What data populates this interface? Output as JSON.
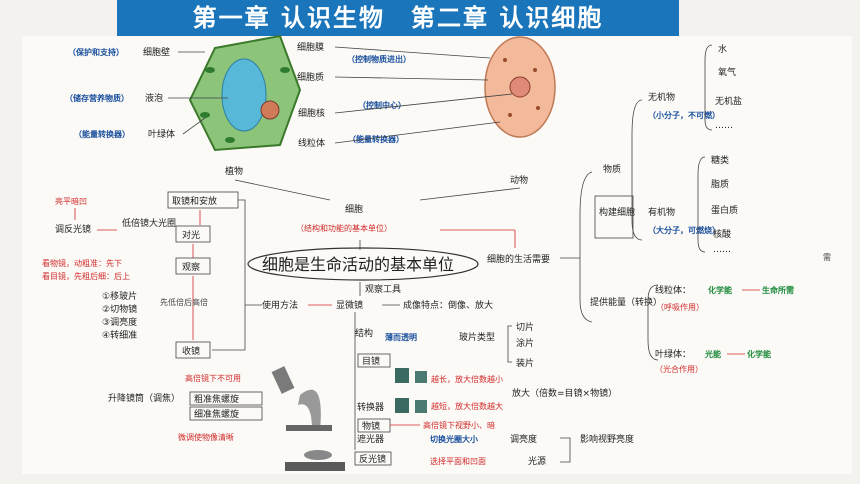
{
  "banner": {
    "title": "第一章 认识生物　第二章 认识细胞"
  },
  "plant": {
    "cell_wall": "细胞壁",
    "cell_wall_fn": "（保护和支持）",
    "vacuole": "液泡",
    "vacuole_fn": "（储存营养物质）",
    "chloroplast": "叶绿体",
    "chloroplast_fn": "（能量转换器）",
    "label": "植物"
  },
  "shared": {
    "membrane": "细胞膜",
    "membrane_fn": "（控制物质进出）",
    "cytoplasm": "细胞质",
    "nucleus": "细胞核",
    "nucleus_fn": "（控制中心）",
    "mito": "线粒体",
    "mito_fn": "（能量转换器）"
  },
  "animal": {
    "label": "动物"
  },
  "center": {
    "cell": "细胞",
    "cell_def": "（结构和功能的基本单位）",
    "main": "细胞是生命活动的基本单位",
    "needs": "细胞的生活需要",
    "tool": "观察工具"
  },
  "right": {
    "matter": "物质",
    "build": "构建细胞",
    "inorganic": "无机物",
    "inorganic_note": "（小分子，不可燃）",
    "water": "水",
    "oxygen": "氧气",
    "salt": "无机盐",
    "dots": "……",
    "organic": "有机物",
    "organic_note": "（大分子，可燃烧）",
    "sugar": "糖类",
    "fat": "脂质",
    "protein": "蛋白质",
    "nucleic": "核酸",
    "dots2": "……",
    "energy": "提供能量（转换）",
    "mito": "线粒体：",
    "mito_fn": "（呼吸作用）",
    "mito_conv": "化学能",
    "mito_to": "生命所需",
    "chloro": "叶绿体：",
    "chloro_fn": "（光合作用）",
    "chloro_from": "光能",
    "chloro_to": "化学能"
  },
  "left": {
    "take": "取镜和安放",
    "align": "对光",
    "observe": "观察",
    "store": "收镜",
    "bright": "亮平暗凹",
    "adjust": "调反光镜",
    "lowdiag": "低倍镜大光圈",
    "ob1": "看物镜，动粗准：先下",
    "ob2": "看目镜，先粗后细：后上",
    "steps": [
      "①移玻片",
      "②切物镜",
      "③调亮度",
      "④转细准"
    ],
    "lowfirst": "先低倍后高倍",
    "method": "使用方法",
    "microscope": "显微镜",
    "image": "成像特点：倒像、放大",
    "structure": "结构",
    "thin": "薄而透明",
    "slide": "玻片类型",
    "slides": [
      "切片",
      "涂片",
      "装片"
    ],
    "eyepiece": "目镜",
    "objective": "物镜",
    "long_low": "越长，放大倍数越小",
    "mag": "放大（倍数=目镜×物镜）",
    "short_high": "越短，放大倍数越大",
    "converter": "转换器",
    "switch": "高倍镜下视野小、暗",
    "diaphragm": "遮光器",
    "diaph_fn": "切换光圈大小",
    "brightness": "调亮度",
    "mirror": "反光镜",
    "mirror_fn": "选择平面和凹面",
    "light": "光源",
    "affect": "影响视野亮度",
    "no_high": "高倍镜下不可用",
    "coarse": "粗准焦螺旋",
    "fine": "细准焦螺旋",
    "lift": "升降镜筒（调焦）",
    "fine_fn": "微调使物像清晰"
  },
  "edge": {
    "need": "需"
  }
}
